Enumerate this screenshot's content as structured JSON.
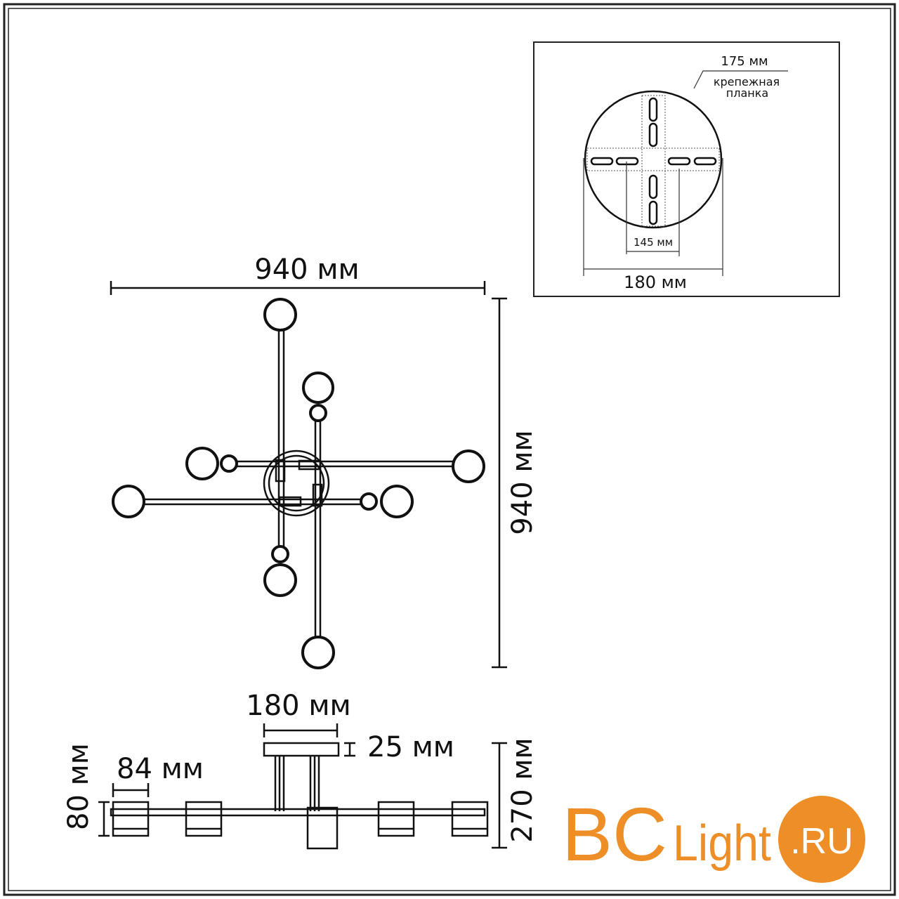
{
  "top_view": {
    "width_label": "940 мм",
    "height_label": "940 мм"
  },
  "mounting_plate": {
    "plate_size_label": "175 мм",
    "plate_caption_line1": "крепежная",
    "plate_caption_line2": "планка",
    "hole_spacing_label": "145 мм",
    "canopy_diameter_label": "180 мм"
  },
  "side_view": {
    "canopy_width_label": "180 мм",
    "canopy_height_label": "25 мм",
    "shade_width_label": "84 мм",
    "shade_height_label": "80 мм",
    "total_height_label": "270 мм"
  },
  "watermark": {
    "brand": "BCLight.RU",
    "part1": "BC",
    "part2": "Light",
    "part3": ".RU",
    "color": "#EE8E27"
  }
}
